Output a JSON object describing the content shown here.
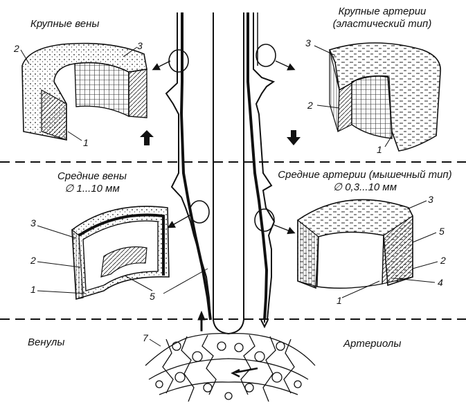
{
  "sections": {
    "large_veins": "Крупные вены",
    "large_arteries_line1": "Крупные артерии",
    "large_arteries_line2": "(эластический тип)",
    "medium_veins_line1": "Средние вены",
    "medium_veins_line2": "∅ 1...10 мм",
    "medium_arteries_line1": "Средние артерии (мышечный тип)",
    "medium_arteries_line2": "∅ 0,3...10 мм",
    "venules": "Венулы",
    "arterioles": "Артериолы"
  },
  "numbers": {
    "n1": "1",
    "n2": "2",
    "n3": "3",
    "n4": "4",
    "n5": "5",
    "n7": "7"
  },
  "colors": {
    "ink": "#111111",
    "paper": "#ffffff"
  }
}
